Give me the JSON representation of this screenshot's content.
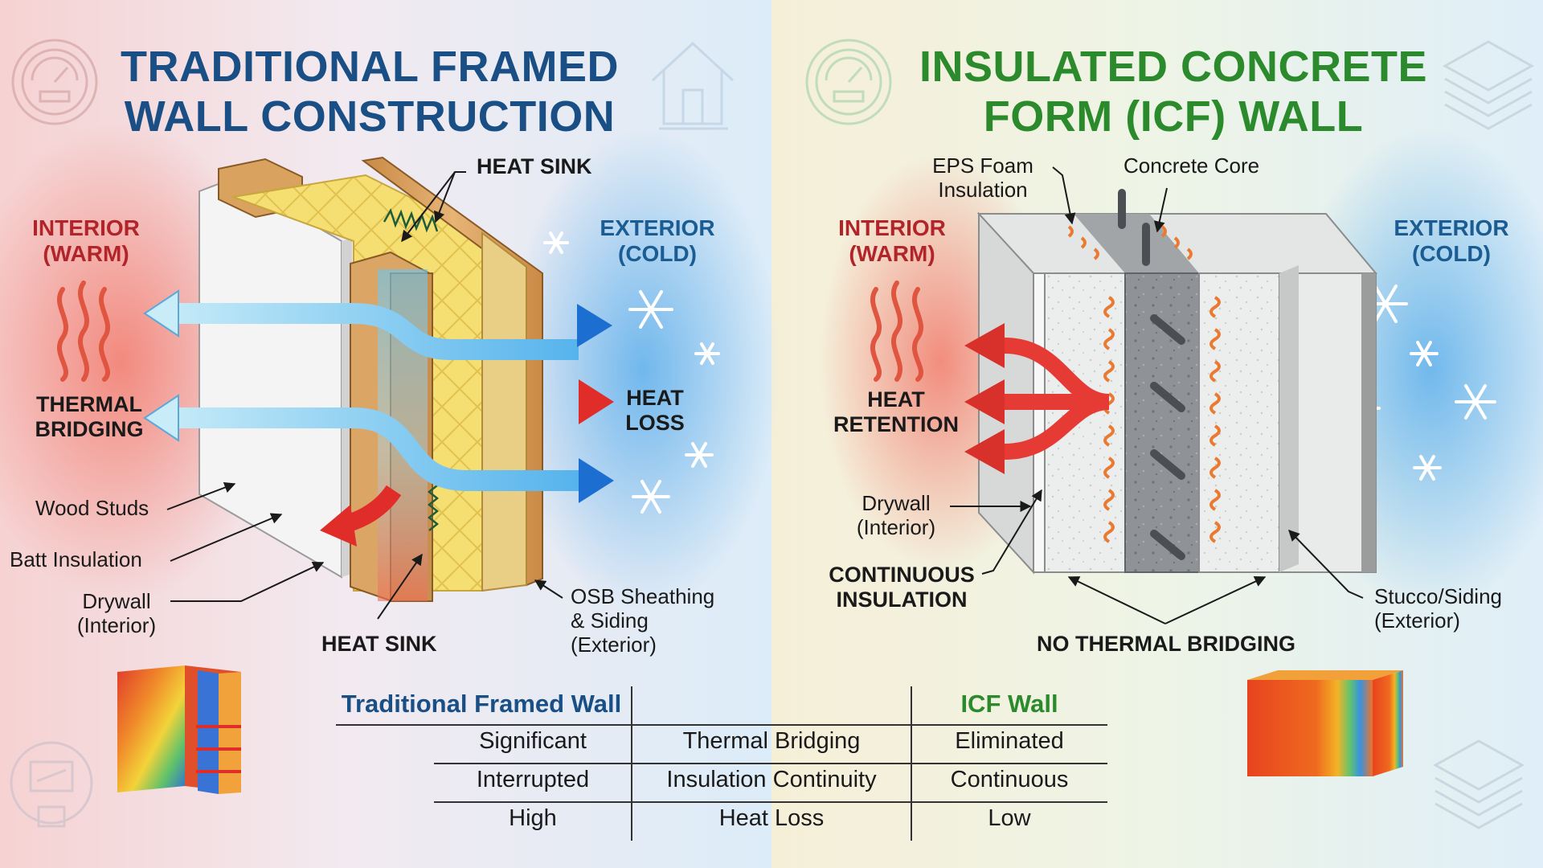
{
  "left_panel": {
    "title_line1": "TRADITIONAL FRAMED",
    "title_line2": "WALL CONSTRUCTION",
    "interior_line1": "INTERIOR",
    "interior_line2": "(WARM)",
    "exterior_line1": "EXTERIOR",
    "exterior_line2": "(COLD)",
    "heat_sink_top": "HEAT SINK",
    "heat_sink_bottom": "HEAT SINK",
    "thermal_bridging_line1": "THERMAL",
    "thermal_bridging_line2": "BRIDGING",
    "heat_loss_line1": "HEAT",
    "heat_loss_line2": "LOSS",
    "wood_studs": "Wood Studs",
    "batt_insulation": "Batt Insulation",
    "drywall_line1": "Drywall",
    "drywall_line2": "(Interior)",
    "osb_line1": "OSB Sheathing",
    "osb_line2": "& Siding",
    "osb_line3": "(Exterior)"
  },
  "right_panel": {
    "title_line1": "INSULATED CONCRETE",
    "title_line2": "FORM (ICF) WALL",
    "interior_line1": "INTERIOR",
    "interior_line2": "(WARM)",
    "exterior_line1": "EXTERIOR",
    "exterior_line2": "(COLD)",
    "eps_line1": "EPS Foam",
    "eps_line2": "Insulation",
    "concrete_core": "Concrete Core",
    "heat_retention_line1": "HEAT",
    "heat_retention_line2": "RETENTION",
    "drywall_line1": "Drywall",
    "drywall_line2": "(Interior)",
    "continuous_line1": "CONTINUOUS",
    "continuous_line2": "INSULATION",
    "no_thermal_bridging": "NO THERMAL BRIDGING",
    "stucco_line1": "Stucco/Siding",
    "stucco_line2": "(Exterior)"
  },
  "comparison_table": {
    "header_left": "Traditional Framed Wall",
    "header_right": "ICF Wall",
    "rows": [
      {
        "left": "Significant",
        "middle": "Thermal Bridging",
        "right": "Eliminated"
      },
      {
        "left": "Interrupted",
        "middle": "Insulation Continuity",
        "right": "Continuous"
      },
      {
        "left": "High",
        "middle": "Heat Loss",
        "right": "Low"
      }
    ]
  },
  "colors": {
    "warm_red": "#e0332d",
    "cold_blue": "#1f7fd6",
    "title_blue": "#1a4f86",
    "title_green": "#2b8a2b",
    "wood": "#d9a35f",
    "batt": "#f4dc6e",
    "concrete": "#8f9296",
    "eps": "#e9eceb"
  },
  "icons": [
    "gauge-icon",
    "house-icon",
    "layers-icon",
    "snowflake-icon",
    "heat-wave-icon",
    "thermal-map-icon"
  ]
}
